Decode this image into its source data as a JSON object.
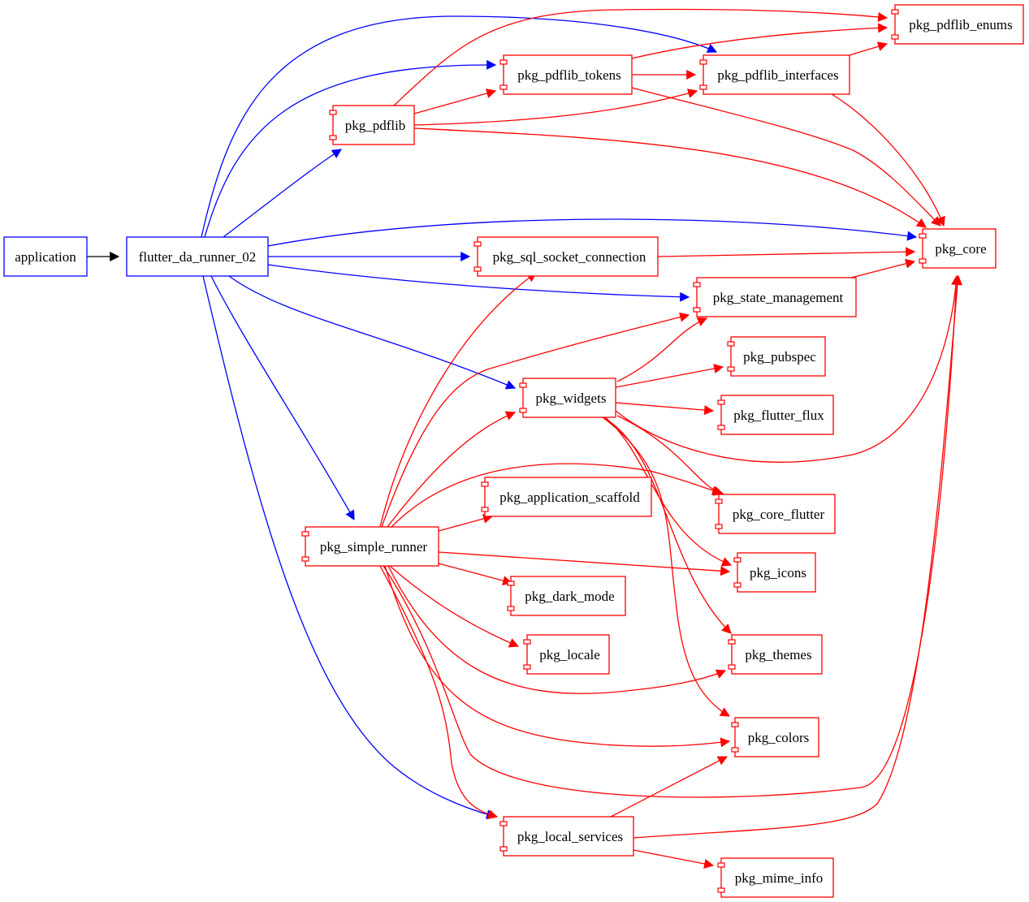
{
  "diagram": {
    "title": "",
    "colors": {
      "app_edge": "#0000ff",
      "pkg": "#ff0000",
      "entry_edge": "#000000"
    },
    "nodes": [
      {
        "id": "application",
        "label": "application",
        "kind": "box",
        "color": "#0000ff"
      },
      {
        "id": "flutter_da_runner_02",
        "label": "flutter_da_runner_02",
        "kind": "box",
        "color": "#0000ff"
      },
      {
        "id": "pkg_pdflib",
        "label": "pkg_pdflib",
        "kind": "component",
        "color": "#ff0000"
      },
      {
        "id": "pkg_pdflib_tokens",
        "label": "pkg_pdflib_tokens",
        "kind": "component",
        "color": "#ff0000"
      },
      {
        "id": "pkg_pdflib_enums",
        "label": "pkg_pdflib_enums",
        "kind": "component",
        "color": "#ff0000"
      },
      {
        "id": "pkg_pdflib_interfaces",
        "label": "pkg_pdflib_interfaces",
        "kind": "component",
        "color": "#ff0000"
      },
      {
        "id": "pkg_core",
        "label": "pkg_core",
        "kind": "component",
        "color": "#ff0000"
      },
      {
        "id": "pkg_sql_socket_connection",
        "label": "pkg_sql_socket_connection",
        "kind": "component",
        "color": "#ff0000"
      },
      {
        "id": "pkg_state_management",
        "label": "pkg_state_management",
        "kind": "component",
        "color": "#ff0000"
      },
      {
        "id": "pkg_pubspec",
        "label": "pkg_pubspec",
        "kind": "component",
        "color": "#ff0000"
      },
      {
        "id": "pkg_widgets",
        "label": "pkg_widgets",
        "kind": "component",
        "color": "#ff0000"
      },
      {
        "id": "pkg_flutter_flux",
        "label": "pkg_flutter_flux",
        "kind": "component",
        "color": "#ff0000"
      },
      {
        "id": "pkg_application_scaffold",
        "label": "pkg_application_scaffold",
        "kind": "component",
        "color": "#ff0000"
      },
      {
        "id": "pkg_core_flutter",
        "label": "pkg_core_flutter",
        "kind": "component",
        "color": "#ff0000"
      },
      {
        "id": "pkg_simple_runner",
        "label": "pkg_simple_runner",
        "kind": "component",
        "color": "#ff0000"
      },
      {
        "id": "pkg_icons",
        "label": "pkg_icons",
        "kind": "component",
        "color": "#ff0000"
      },
      {
        "id": "pkg_dark_mode",
        "label": "pkg_dark_mode",
        "kind": "component",
        "color": "#ff0000"
      },
      {
        "id": "pkg_themes",
        "label": "pkg_themes",
        "kind": "component",
        "color": "#ff0000"
      },
      {
        "id": "pkg_locale",
        "label": "pkg_locale",
        "kind": "component",
        "color": "#ff0000"
      },
      {
        "id": "pkg_colors",
        "label": "pkg_colors",
        "kind": "component",
        "color": "#ff0000"
      },
      {
        "id": "pkg_local_services",
        "label": "pkg_local_services",
        "kind": "component",
        "color": "#ff0000"
      },
      {
        "id": "pkg_mime_info",
        "label": "pkg_mime_info",
        "kind": "component",
        "color": "#ff0000"
      }
    ],
    "edges": [
      {
        "from": "application",
        "to": "flutter_da_runner_02",
        "color": "#000000"
      },
      {
        "from": "flutter_da_runner_02",
        "to": "pkg_pdflib",
        "color": "#0000ff"
      },
      {
        "from": "flutter_da_runner_02",
        "to": "pkg_pdflib_tokens",
        "color": "#0000ff"
      },
      {
        "from": "flutter_da_runner_02",
        "to": "pkg_pdflib_interfaces",
        "color": "#0000ff"
      },
      {
        "from": "flutter_da_runner_02",
        "to": "pkg_core",
        "color": "#0000ff"
      },
      {
        "from": "flutter_da_runner_02",
        "to": "pkg_sql_socket_connection",
        "color": "#0000ff"
      },
      {
        "from": "flutter_da_runner_02",
        "to": "pkg_state_management",
        "color": "#0000ff"
      },
      {
        "from": "flutter_da_runner_02",
        "to": "pkg_widgets",
        "color": "#0000ff"
      },
      {
        "from": "flutter_da_runner_02",
        "to": "pkg_simple_runner",
        "color": "#0000ff"
      },
      {
        "from": "flutter_da_runner_02",
        "to": "pkg_local_services",
        "color": "#0000ff"
      },
      {
        "from": "pkg_pdflib",
        "to": "pkg_pdflib_enums",
        "color": "#ff0000"
      },
      {
        "from": "pkg_pdflib",
        "to": "pkg_pdflib_tokens",
        "color": "#ff0000"
      },
      {
        "from": "pkg_pdflib",
        "to": "pkg_pdflib_interfaces",
        "color": "#ff0000"
      },
      {
        "from": "pkg_pdflib",
        "to": "pkg_core",
        "color": "#ff0000"
      },
      {
        "from": "pkg_pdflib_tokens",
        "to": "pkg_pdflib_enums",
        "color": "#ff0000"
      },
      {
        "from": "pkg_pdflib_tokens",
        "to": "pkg_pdflib_interfaces",
        "color": "#ff0000"
      },
      {
        "from": "pkg_pdflib_tokens",
        "to": "pkg_core",
        "color": "#ff0000"
      },
      {
        "from": "pkg_pdflib_interfaces",
        "to": "pkg_pdflib_enums",
        "color": "#ff0000"
      },
      {
        "from": "pkg_pdflib_interfaces",
        "to": "pkg_core",
        "color": "#ff0000"
      },
      {
        "from": "pkg_sql_socket_connection",
        "to": "pkg_core",
        "color": "#ff0000"
      },
      {
        "from": "pkg_state_management",
        "to": "pkg_core",
        "color": "#ff0000"
      },
      {
        "from": "pkg_widgets",
        "to": "pkg_state_management",
        "color": "#ff0000"
      },
      {
        "from": "pkg_widgets",
        "to": "pkg_pubspec",
        "color": "#ff0000"
      },
      {
        "from": "pkg_widgets",
        "to": "pkg_flutter_flux",
        "color": "#ff0000"
      },
      {
        "from": "pkg_widgets",
        "to": "pkg_core",
        "color": "#ff0000"
      },
      {
        "from": "pkg_widgets",
        "to": "pkg_core_flutter",
        "color": "#ff0000"
      },
      {
        "from": "pkg_widgets",
        "to": "pkg_icons",
        "color": "#ff0000"
      },
      {
        "from": "pkg_widgets",
        "to": "pkg_themes",
        "color": "#ff0000"
      },
      {
        "from": "pkg_widgets",
        "to": "pkg_colors",
        "color": "#ff0000"
      },
      {
        "from": "pkg_simple_runner",
        "to": "pkg_sql_socket_connection",
        "color": "#ff0000"
      },
      {
        "from": "pkg_simple_runner",
        "to": "pkg_state_management",
        "color": "#ff0000"
      },
      {
        "from": "pkg_simple_runner",
        "to": "pkg_widgets",
        "color": "#ff0000"
      },
      {
        "from": "pkg_simple_runner",
        "to": "pkg_core_flutter",
        "color": "#ff0000"
      },
      {
        "from": "pkg_simple_runner",
        "to": "pkg_application_scaffold",
        "color": "#ff0000"
      },
      {
        "from": "pkg_simple_runner",
        "to": "pkg_icons",
        "color": "#ff0000"
      },
      {
        "from": "pkg_simple_runner",
        "to": "pkg_dark_mode",
        "color": "#ff0000"
      },
      {
        "from": "pkg_simple_runner",
        "to": "pkg_locale",
        "color": "#ff0000"
      },
      {
        "from": "pkg_simple_runner",
        "to": "pkg_themes",
        "color": "#ff0000"
      },
      {
        "from": "pkg_simple_runner",
        "to": "pkg_colors",
        "color": "#ff0000"
      },
      {
        "from": "pkg_simple_runner",
        "to": "pkg_core",
        "color": "#ff0000"
      },
      {
        "from": "pkg_simple_runner",
        "to": "pkg_local_services",
        "color": "#ff0000"
      },
      {
        "from": "pkg_local_services",
        "to": "pkg_colors",
        "color": "#ff0000"
      },
      {
        "from": "pkg_local_services",
        "to": "pkg_core",
        "color": "#ff0000"
      },
      {
        "from": "pkg_local_services",
        "to": "pkg_mime_info",
        "color": "#ff0000"
      }
    ]
  }
}
